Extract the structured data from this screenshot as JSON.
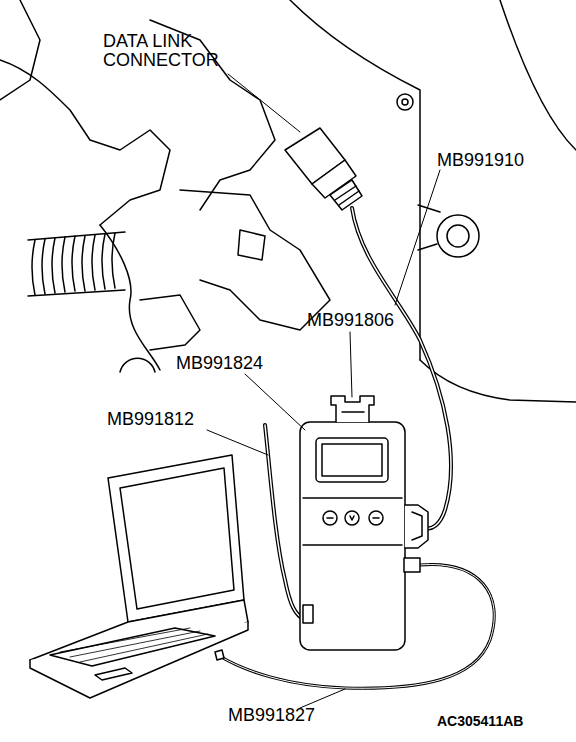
{
  "diagram": {
    "labels": [
      "DATA LINK CONNECTOR",
      "MB991910",
      "MB991806",
      "MB991824",
      "MB991812",
      "MB991827",
      "AC305411AB"
    ]
  }
}
